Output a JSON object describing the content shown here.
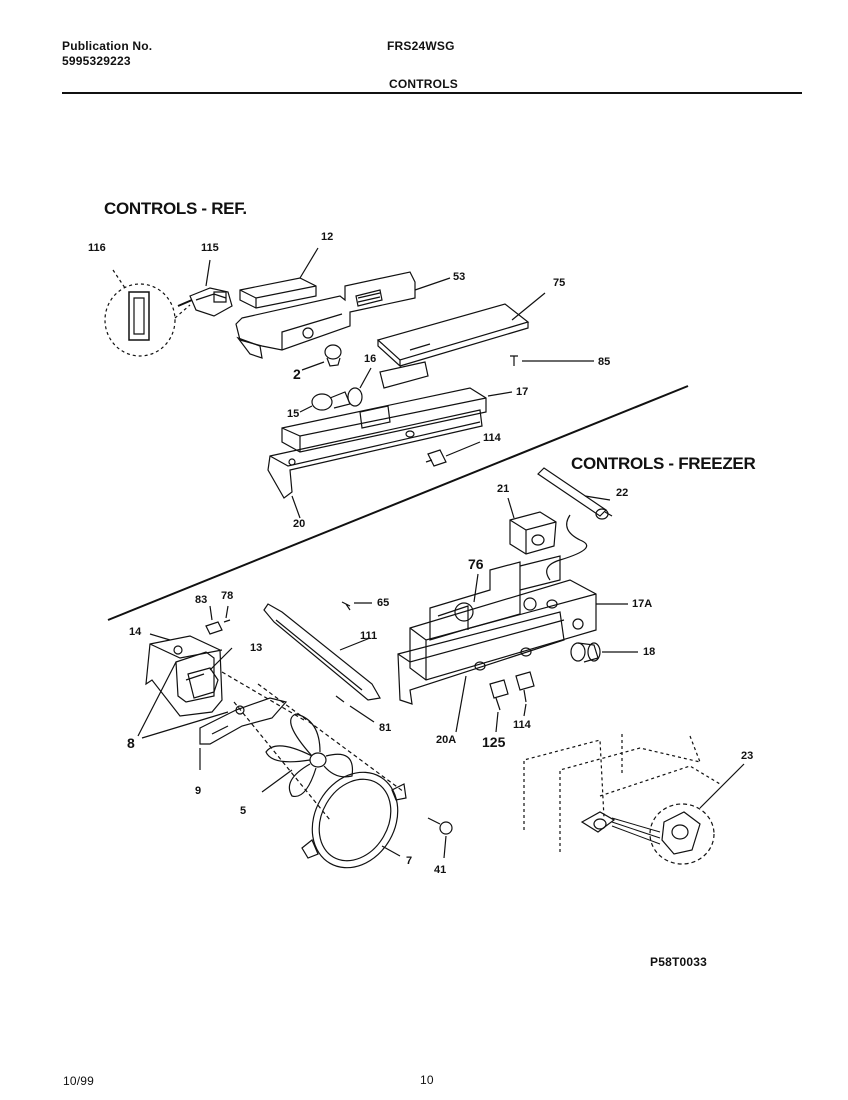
{
  "header": {
    "publication_label": "Publication No.",
    "publication_number": "5995329223",
    "model": "FRS24WSG",
    "section": "CONTROLS"
  },
  "sections": {
    "ref_title": "CONTROLS - REF.",
    "freezer_title": "CONTROLS - FREEZER"
  },
  "callouts": {
    "c116": "116",
    "c115": "115",
    "c12": "12",
    "c53": "53",
    "c75": "75",
    "c2": "2",
    "c16": "16",
    "c85": "85",
    "c15": "15",
    "c17": "17",
    "c114a": "114",
    "c20": "20",
    "c21": "21",
    "c22": "22",
    "c76": "76",
    "c17a": "17A",
    "c18": "18",
    "c20a": "20A",
    "c125": "125",
    "c114b": "114",
    "c83": "83",
    "c78": "78",
    "c65": "65",
    "c14": "14",
    "c13": "13",
    "c111": "111",
    "c81": "81",
    "c8": "8",
    "c9": "9",
    "c5": "5",
    "c7": "7",
    "c41": "41",
    "c23": "23"
  },
  "drawing_code": "P58T0033",
  "footer": {
    "date": "10/99",
    "page": "10"
  }
}
